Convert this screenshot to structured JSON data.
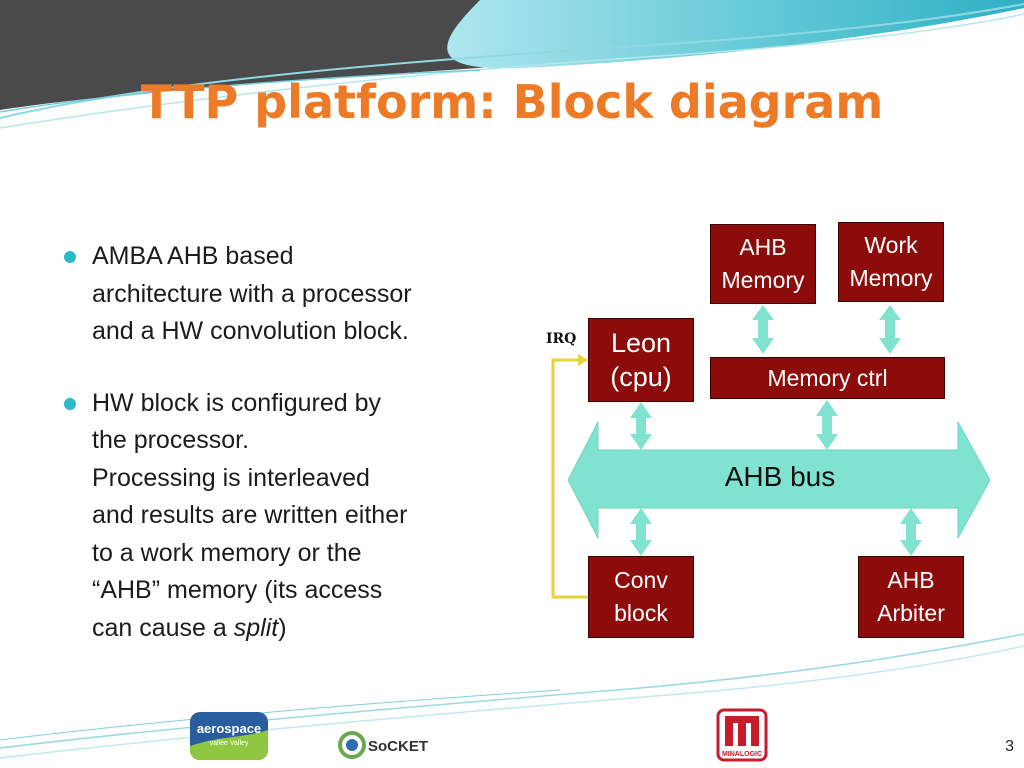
{
  "slide": {
    "title": "TTP platform: Block diagram",
    "page_number": "3"
  },
  "bullets": [
    {
      "lines": [
        "AMBA AHB based",
        "architecture with a processor",
        "and a HW convolution block."
      ]
    },
    {
      "lines": [
        "HW block is configured by",
        "the processor.",
        "Processing is interleaved",
        "and results are written either",
        "to a work memory or the",
        "“AHB” memory (its access"
      ],
      "last_line_prefix": "can cause a ",
      "last_line_em": "split",
      "last_line_suffix": ")"
    }
  ],
  "diagram": {
    "ahb_memory": [
      "AHB",
      "Memory"
    ],
    "work_memory": [
      "Work",
      "Memory"
    ],
    "leon": [
      "Leon",
      "(cpu)"
    ],
    "memory_ctrl": "Memory ctrl",
    "ahb_bus": "AHB bus",
    "conv_block": [
      "Conv",
      "block"
    ],
    "ahb_arbiter": [
      "AHB",
      "Arbiter"
    ],
    "irq_label": "IRQ"
  },
  "footer": {
    "logo_aerospace": [
      "aerospace",
      "vallée Valley"
    ],
    "logo_socket": "SoCKET",
    "logo_minalogic": "MINALOGIC"
  },
  "colors": {
    "title": "#ec7a26",
    "block_fill": "#8c0c0c",
    "bus_fill": "#7fe3cf",
    "irq_line": "#e6d23a",
    "bullet": "#2bb8c9",
    "wave_dark": "#4a4a4a",
    "wave_teal": "#54c3cf"
  }
}
